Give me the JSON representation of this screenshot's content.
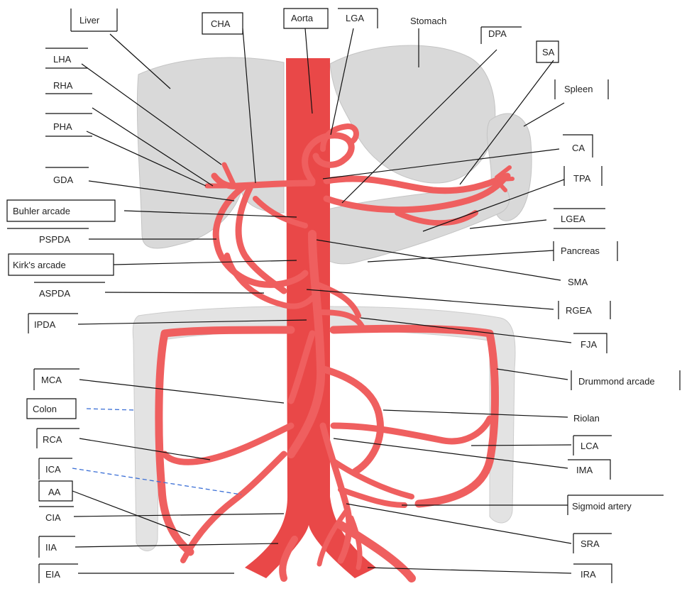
{
  "labels": {
    "liver": "Liver",
    "cha": "CHA",
    "aorta": "Aorta",
    "lga": "LGA",
    "stomach": "Stomach",
    "dpa": "DPA",
    "sa": "SA",
    "spleen": "Spleen",
    "lha": "LHA",
    "rha": "RHA",
    "pha": "PHA",
    "ca": "CA",
    "gda": "GDA",
    "tpa": "TPA",
    "buhler": "Buhler arcade",
    "lgea": "LGEA",
    "pspda": "PSPDA",
    "pancreas": "Pancreas",
    "kirk": "Kirk's arcade",
    "sma": "SMA",
    "aspda": "ASPDA",
    "rgea": "RGEA",
    "ipda": "IPDA",
    "fja": "FJA",
    "mca": "MCA",
    "drummond": "Drummond arcade",
    "colon": "Colon",
    "riolan": "Riolan",
    "rca": "RCA",
    "lca": "LCA",
    "ica": "ICA",
    "ima": "IMA",
    "aa": "AA",
    "sigmoid": "Sigmoid artery",
    "cia": "CIA",
    "sra": "SRA",
    "iia": "IIA",
    "eia": "EIA",
    "ira": "IRA"
  },
  "colors": {
    "vessel": "#ef5f5f",
    "aorta": "#e94848",
    "organ": "#d9d9d9",
    "leader": "#111111",
    "dashed_leader": "#3b6fd6"
  }
}
